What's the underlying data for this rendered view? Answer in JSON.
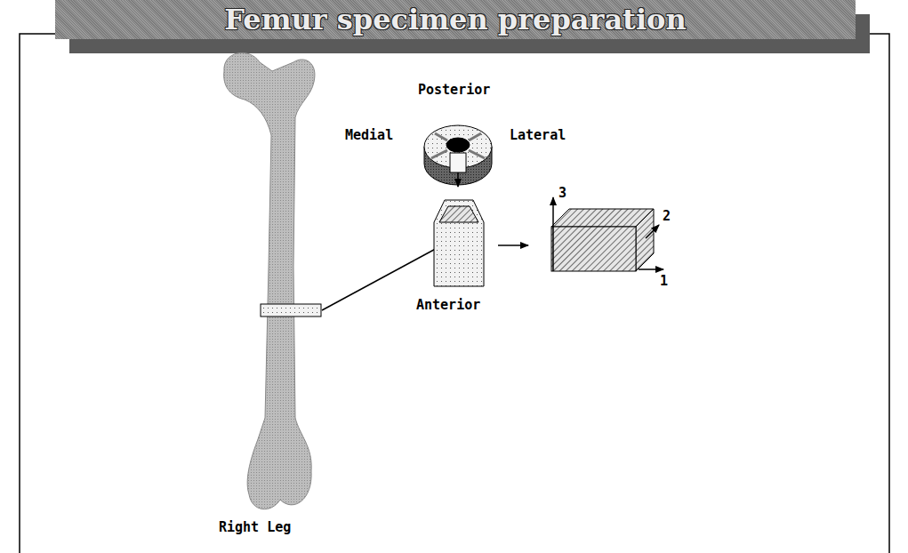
{
  "diagram": {
    "title": "Femur specimen preparation",
    "labels": [
      "Posterior",
      "Medial",
      "Lateral",
      "Anterior",
      "3",
      "2",
      "1",
      "Right Leg"
    ]
  }
}
